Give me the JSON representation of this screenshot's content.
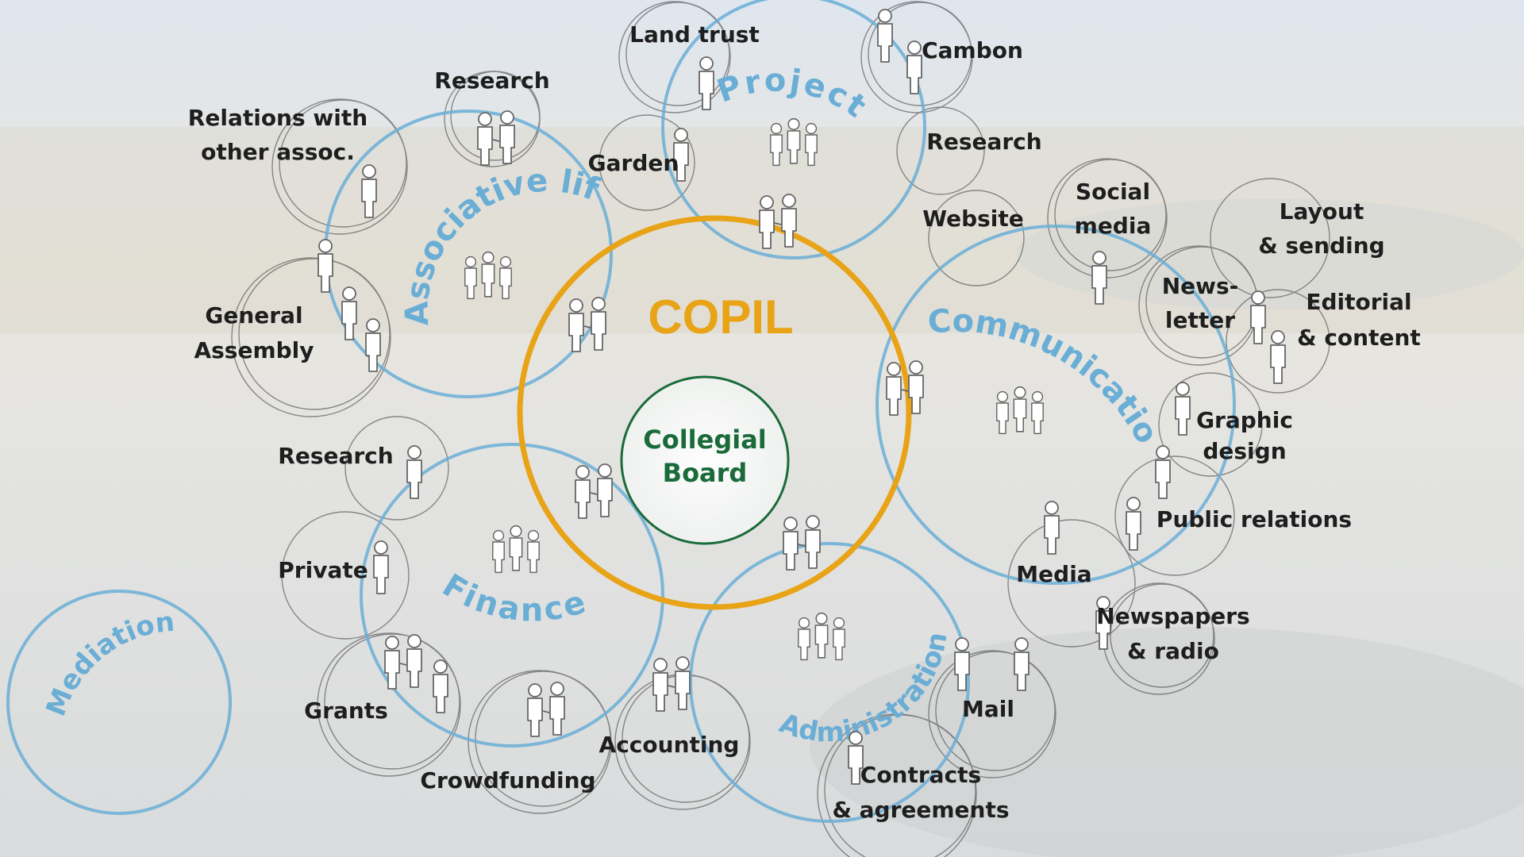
{
  "center": {
    "title": "COPIL",
    "board_line1": "Collegial",
    "board_line2": "Board"
  },
  "hubs": {
    "associative_life": "Associative life",
    "projects": "Projects",
    "communication": "Communication",
    "finance": "Finance",
    "administration": "Administration",
    "mediation": "Mediation"
  },
  "topics": {
    "relations_line1": "Relations with",
    "relations_line2": "other assoc.",
    "assoc_research": "Research",
    "general_assembly_line1": "General",
    "general_assembly_line2": "Assembly",
    "land_trust": "Land trust",
    "cambon": "Cambon",
    "projects_research": "Research",
    "garden": "Garden",
    "website": "Website",
    "social_media_line1": "Social",
    "social_media_line2": "media",
    "layout_line1": "Layout",
    "layout_line2": "& sending",
    "newsletter_line1": "News-",
    "newsletter_line2": "letter",
    "editorial_line1": "Editorial",
    "editorial_line2": "& content",
    "graphic_line1": "Graphic",
    "graphic_line2": "design",
    "public_relations": "Public relations",
    "media": "Media",
    "newspapers_line1": "Newspapers",
    "newspapers_line2": "& radio",
    "finance_research": "Research",
    "private": "Private",
    "grants": "Grants",
    "crowdfunding": "Crowdfunding",
    "accounting": "Accounting",
    "mail": "Mail",
    "contracts_line1": "Contracts",
    "contracts_line2": "& agreements"
  },
  "colors": {
    "copil": "#e8a317",
    "board": "#1a6b3a",
    "hub_blue": "#6aaed6",
    "sketch": "#555555",
    "label": "#1e1e1e"
  },
  "icons": {
    "person": "person-icon",
    "pair": "pair-handshake-icon",
    "group": "group-meeting-icon"
  }
}
